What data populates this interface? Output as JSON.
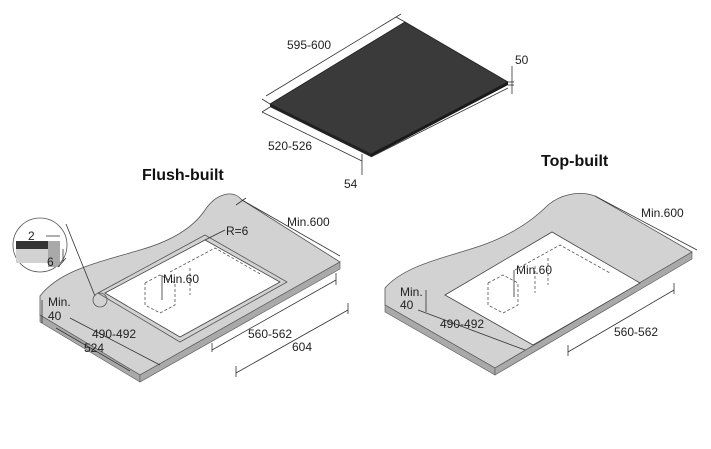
{
  "hob": {
    "width_label": "595-600",
    "depth_label": "520-526",
    "height_label": "50",
    "edge_label": "54"
  },
  "flush_built": {
    "title": "Flush-built",
    "detail_top": "2",
    "detail_side": "6",
    "min_back": "Min.600",
    "radius": "R=6",
    "min_height": "Min.60",
    "min_front_1": "Min.",
    "min_front_2": "40",
    "cut_depth": "490-492",
    "outer_depth": "524",
    "cut_width": "560-562",
    "outer_width": "604"
  },
  "top_built": {
    "title": "Top-built",
    "min_back": "Min.600",
    "min_height": "Min.60",
    "min_front_1": "Min.",
    "min_front_2": "40",
    "cut_depth": "490-492",
    "cut_width": "560-562"
  },
  "colors": {
    "hob_surface": "#3a3a3a",
    "counter": "#d2d2d2",
    "counter_edge": "#a9a9a9"
  }
}
